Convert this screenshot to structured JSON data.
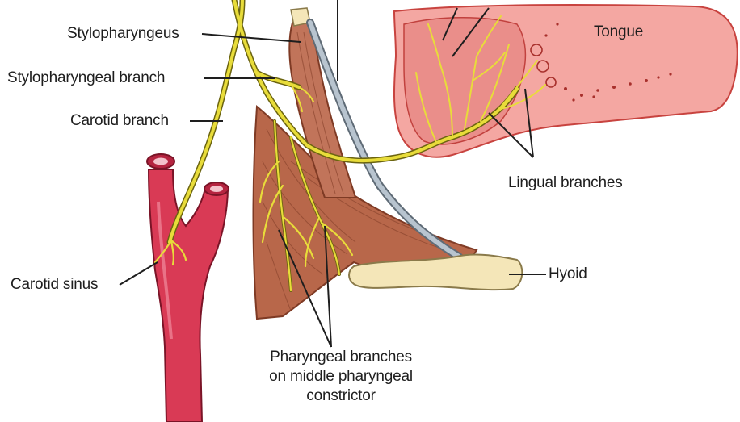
{
  "labels": {
    "stylopharyngeus": "Stylopharyngeus",
    "stylopharyngeal_branch": "Stylopharyngeal branch",
    "carotid_branch": "Carotid branch",
    "carotid_sinus": "Carotid sinus",
    "tongue": "Tongue",
    "lingual_branches": "Lingual branches",
    "hyoid": "Hyoid",
    "pharyngeal_branches_line1": "Pharyngeal branches",
    "pharyngeal_branches_line2": "on middle pharyngeal",
    "pharyngeal_branches_line3": "constrictor"
  },
  "colors": {
    "nerve": "#e8dc3a",
    "nerve_outline": "#6b6410",
    "muscle": "#b8674a",
    "muscle_dark": "#7e3a24",
    "artery": "#d93a55",
    "artery_dark": "#7a1427",
    "tongue": "#f4a7a2",
    "tongue_dark": "#c8433f",
    "bone": "#f4e6b8",
    "ligament": "#9aa8b5",
    "leader": "#1e1e1e"
  }
}
